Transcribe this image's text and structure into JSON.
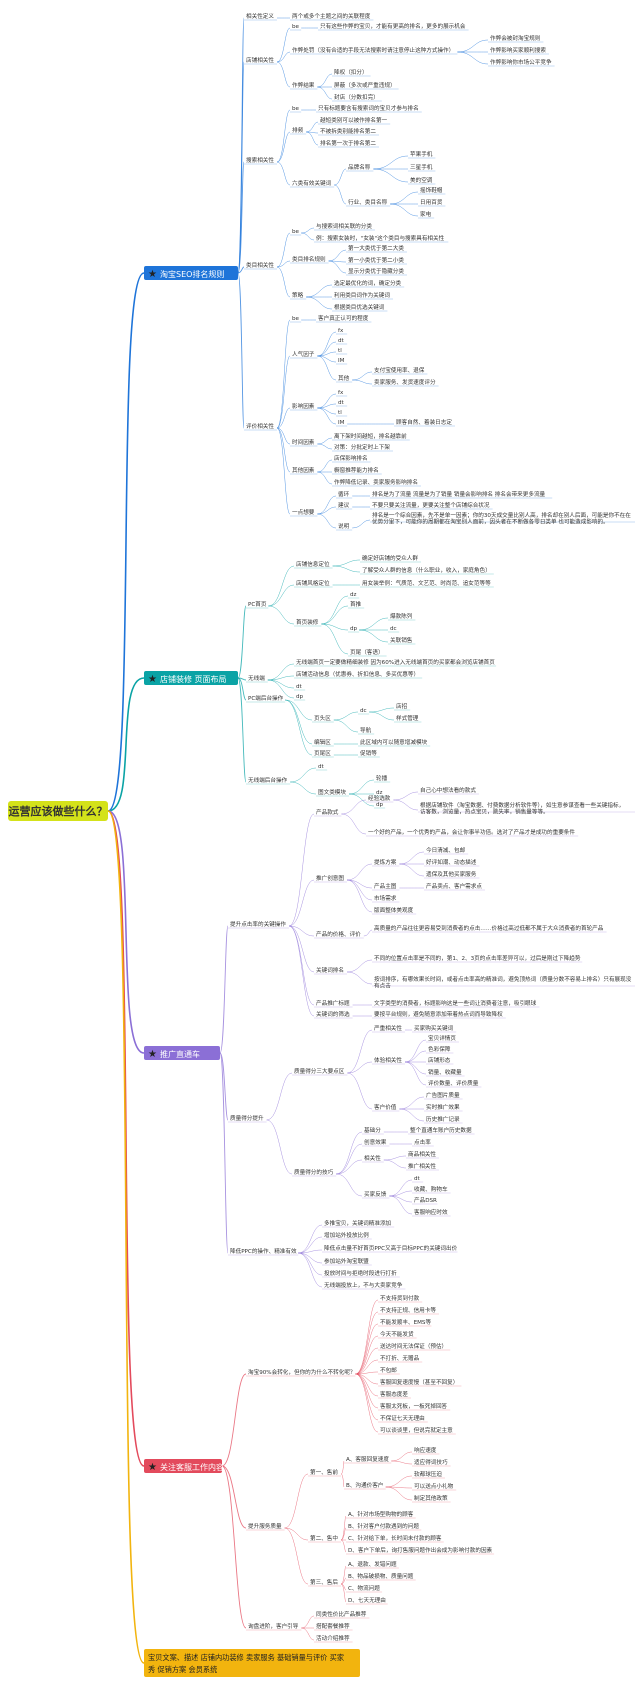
{
  "root": {
    "label": "运营应该做些什么？",
    "bg": "#d4e21a"
  },
  "branches": [
    {
      "label": "淘宝SEO排名规则",
      "color": "#1e74d9",
      "icon": "star-icon"
    },
    {
      "label": "店铺装修 页面布局",
      "color": "#0aa3a5",
      "icon": "star-icon"
    },
    {
      "label": "推广直通车",
      "color": "#8b6fd6",
      "icon": "star-icon"
    },
    {
      "label": "关注客服工作内容",
      "color": "#e34a5c",
      "icon": "star-icon"
    },
    {
      "label": "宝贝文案、描述 店铺内功装修 卖家服务 基础销量与评价 买家秀 促销方案 会员系统",
      "color": "#f2b40e",
      "icon": "star-icon"
    }
  ],
  "nodes": {
    "n1": "相关性定义",
    "n1a": "两个或多个主题之间的关联程度",
    "n2": "店铺相关性",
    "n2a": "be",
    "n2a1": "只有这些作弊的宝贝，才能有更高的排名，更多的展示机会",
    "n2b": "作弊处罚（没有合适的手段无法搜索时请注意停止这种方式操作）",
    "n2b1": "作弊会被封淘宝规则",
    "n2b2": "作弊影响买家顺利搜索",
    "n2b3": "作弊影响你市场公平竞争",
    "n2c": "作弊结果",
    "n2c1": "降权（扣分）",
    "n2c2": "屏蔽（多次或严重违规）",
    "n2c3": "封店（分数扣完）",
    "n3": "搜索相关性",
    "n3a": "be",
    "n3a1": "只有标题要含有搜索词的宝贝才参与排名",
    "n3b": "排频",
    "n3b1": "越短类别可以被作排名第一",
    "n3b2": "不被拆类别能排名第二",
    "n3b3": "排名第一次于排名第二",
    "n3c": "六类有效关键词",
    "n3c1": "品牌名称",
    "n3c1a": "苹果手机",
    "n3c1b": "三星手机",
    "n3c1c": "美的空调",
    "n3c2": "行业、类目名称",
    "n3c2a": "摇饰鞋帽",
    "n3c2b": "日用百货",
    "n3c2c": "家电",
    "n4": "类目相关性",
    "n4a": "be",
    "n4a1": "与搜索词相关联的分类",
    "n4a2": "例：搜索女装时，\"女装\"这个类目与搜索具有相关性",
    "n4b": "类目排名规则",
    "n4b1": "第一大类优于第二大类",
    "n4b2": "第一小类优于第二小类",
    "n4b3": "显示分类优于隐藏分类",
    "n4c": "策略",
    "n4c1": "选定最优化的词，确定分类",
    "n4c2": "利用类目词作为关键词",
    "n4c3": "根据类目优选关键词",
    "n5": "评价相关性",
    "n5a": "be",
    "n5a1": "客户真正认可的程度",
    "n5b": "人气因子",
    "n5b1": "fx",
    "n5b2": "dt",
    "n5b3": "tl",
    "n5b4": "IM",
    "n5b5": "其他",
    "n5b5a": "支付宝使用率、退保",
    "n5b5b": "卖家服务、发货速度评分",
    "n5c": "影响因素",
    "n5c1": "fx",
    "n5c2": "dt",
    "n5c3": "tl",
    "n5c4": "IM",
    "n5c4a": "顾客自然、着装日志定",
    "n5d": "时间因素",
    "n5d1": "离下架时间越短，排名越靠前",
    "n5d2": "对策：分批定时上下架",
    "n5e": "其他因素",
    "n5e1": "店保影响排名",
    "n5e2": "橱窗推荐能力排名",
    "n5e3": "作弊降低记录、卖家服务影响排名",
    "n5f": "一点想要",
    "n5f1": "循环",
    "n5f1a": "排名是为了流量 流量是为了销量 销量会影响排名 排名会带来更多流量",
    "n5f2": "建议",
    "n5f2a": "不要只要关注流量，更要关注整个店铺综合状况",
    "n5f3": "说明",
    "n5f3a": "排名是一个综合因素，先不是单一因素；你的30天成交量比别人高，排名却在别人后面，可能是你不在在优势分里下，可能你的周期都在淘宝别人面前，因头者在不断做各零日类单 也可能造成影响的。",
    "s1": "PC首页",
    "s1a": "店铺信息定位",
    "s1a1": "确定好店铺的受众人群",
    "s1a2": "了解受众人群的信息（什么职业，收入，家庭角色）",
    "s1b": "店铺风格定位",
    "s1b1": "用女装举例：气质范、文艺范、时尚范、追女范等等",
    "s1c": "首页装修",
    "s1c1": "dz",
    "s1c2": "首推",
    "s1c3": "dp",
    "s1c3a": "爆款陈列",
    "s1c3b": "dc",
    "s1c3c": "关联销售",
    "s1c4": "页尾（客语）",
    "s2": "无线端",
    "s2a": "无线端首页一定要做精细装修 因为60%进入无线端首页的买家都会浏览店铺首页",
    "s2b": "店铺活动信息（优惠券、折扣信息、多买优惠等）",
    "s2c": "dt",
    "s2d": "dp",
    "s3": "PC端后台操作",
    "s3a": "页头区",
    "s3a1": "dc",
    "s3a1a": "店招",
    "s3a1b": "样式管理",
    "s3a2": "导航",
    "s3b": "编辑区",
    "s3b1": "此区域内可以随意增减模块",
    "s3c": "页尾区",
    "s3c1": "促销等",
    "s4": "无线端后台操作",
    "s4a": "dt",
    "s4b": "图文类模块",
    "s4b1": "轮播",
    "s4b2": "dz",
    "s4b3": "dp",
    "p1": "提升点击率的关键操作",
    "p1a": "产品款式",
    "p1a1": "经验选款",
    "p1a1a": "自己心中想法看的款式",
    "p1a1b": "根据店铺软件（淘宝数据、付费数据分析软件等），如生意参谋查看一些关键指标，访客数，浏览量，热点宝贝，跳失率，销售量等等。",
    "p1a2": "一个好的产品，一个优秀的产品，会让你事半功倍。选对了产品才是成功的重要条件",
    "p1b": "推广创意图",
    "p1b1": "提炼方案",
    "p1b1a": "今日清减、包邮",
    "p1b1b": "好评如潮、动态描述",
    "p1b1c": "遗保及其他买家服务",
    "p1b2": "产品主图",
    "p1b2a": "产品卖点、客户需求点",
    "p1b3": "市场需求",
    "p1b4": "版面整体美观度",
    "p1c": "产品的价格、评价",
    "p1c1": "高质量的产品往往更容易受到消费者的点击……价格过高过低都不属于大众消费者的首轮产品",
    "p1d": "关键词排名",
    "p1d1": "不同的位置点击率是不同的，第1、2、3页的点击率差异可以，过后是刚过下降趋势",
    "p1d2": "按词排序，有哪效果长时间，或者点击率高的精准词，避免顶热词（质量分数不容易上排名）只有展现没有点击",
    "p1e": "产品推广标题",
    "p1e1": "文字类型的消费者，标题影响这是一些词让消费者注意，吸引眼球",
    "p1f": "关键词的筛选",
    "p1f1": "要按平台规则，避免随意添加带着热点词而导致降权",
    "p2": "质量得分提升",
    "p2a": "质量得分三大要点区",
    "p2a1": "严重相关性",
    "p2a1a": "买家购买关键词",
    "p2a2": "体验相关性",
    "p2a2a": "宝贝详情页",
    "p2a2b": "色彩保障",
    "p2a2c": "店铺形态",
    "p2a2d": "销量、收藏量",
    "p2a2e": "评价数量、评价质量",
    "p2a3": "客户价值",
    "p2a3a": "广告图片质量",
    "p2a3b": "实时推广效果",
    "p2a3c": "历史推广记录",
    "p2b": "质量得分的技巧",
    "p2b1": "基础分",
    "p2b1a": "整个直通车账户历史数据",
    "p2b2": "创意效果",
    "p2b2a": "点击率",
    "p2b3": "相关性",
    "p2b3a": "商品相关性",
    "p2b3b": "推广相关性",
    "p2b4": "买家反馈",
    "p2b4a": "dt",
    "p2b4b": "收藏、购物车",
    "p2b4c": "产品DSR",
    "p2b4d": "客服响应时效",
    "p3": "降低PPC的操作、精准有效",
    "p3a": "多推宝贝，关键词精准添加",
    "p3b": "增加站外投放比例",
    "p3c": "降低点击量不好首页PPC又高于目标PPC的关键词出价",
    "p3d": "参加站外淘宝联盟",
    "p3e": "投放时间与拒绝时段进行打折",
    "p3f": "无线端投放上，不与大卖家竞争",
    "c1": "淘宝90%会转化，但你的为什么不转化呢？",
    "c1a": "不支持货到付款",
    "c1b": "不支持正规、信用卡等",
    "c1c": "不能发顺丰、EMS等",
    "c1d": "今天不能发货",
    "c1e": "送达时间无法保证（预估）",
    "c1f": "不打折、无赠品",
    "c1g": "不包邮",
    "c1h": "客服回复速度慢（甚至不回复）",
    "c1i": "客服态度差",
    "c1j": "客服太死板，一板死掉回答",
    "c1k": "不保证七天无理由",
    "c1l": "可以谈谈里，但说完就定主意",
    "c2": "提升服务质量",
    "c2a": "第一、售前",
    "c2a1": "A、客服回复速度",
    "c2a1a": "响应速度",
    "c2a1b": "适应得词技巧",
    "c2a2": "B、沟通价客户",
    "c2a2a": "软都球压迫",
    "c2a2b": "可以送点小礼物",
    "c2a2c": "制定其他政策",
    "c2b": "第二、售中",
    "c2b1": "A、针对市场型购物的顾客",
    "c2b2": "B、针对客户付款遇到的问题",
    "c2b3": "C、针对给下单，长时间未付款的顾客",
    "c2b4": "D、客户下单后，询打售服问题作出会成为影响付款的因素",
    "c2c": "第三、售后",
    "c2c1": "A、退款、发错问题",
    "c2c2": "B、物品破损物、质量问题",
    "c2c3": "C、物流问题",
    "c2c4": "D、七天无理由",
    "c3": "询盘进阶，客户引导",
    "c3a": "同类性价比产品推荐",
    "c3b": "搭配套餐推荐",
    "c3c": "活动介绍推荐"
  }
}
